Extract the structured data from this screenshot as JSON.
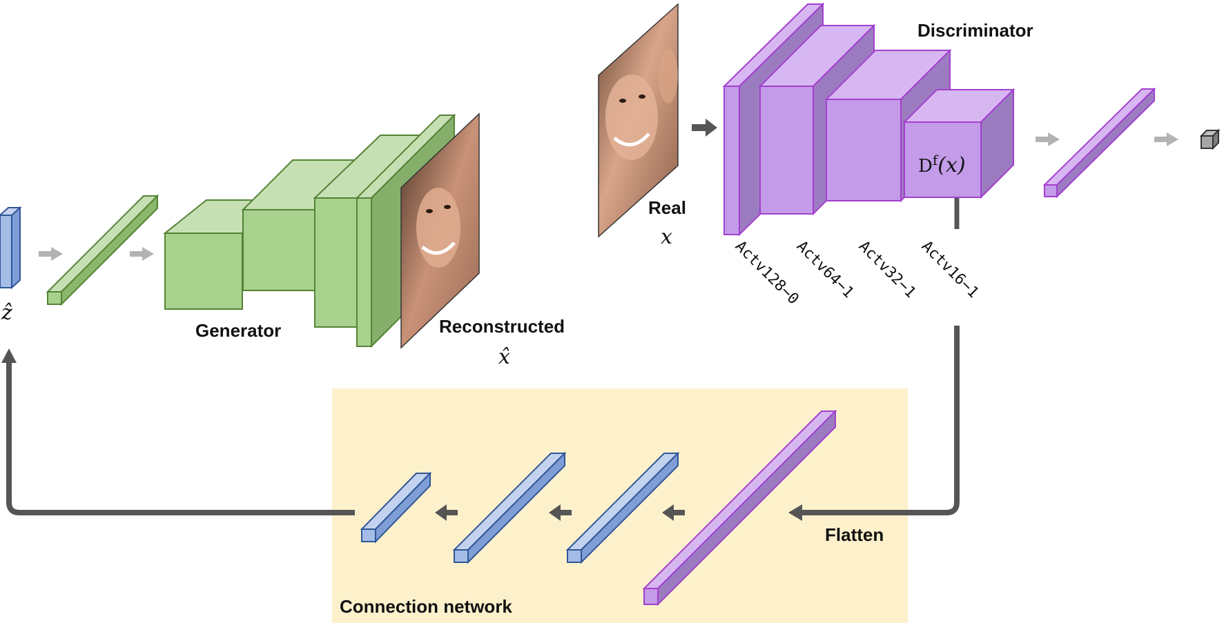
{
  "labels": {
    "z_hat": "ẑ",
    "generator": "Generator",
    "reconstructed": "Reconstructed",
    "x_hat": "x̂",
    "real": "Real",
    "x": "x",
    "discriminator": "Discriminator",
    "dfx_base": "D",
    "dfx_sup": "f",
    "dfx_arg": "(x)",
    "flatten": "Flatten",
    "connection_network": "Connection network"
  },
  "activation_layers": [
    "Actv128−0",
    "Actv64−1",
    "Actv32−1",
    "Actv16−1"
  ],
  "colors": {
    "generator_fill": "#a9d18e",
    "generator_stroke": "#548235",
    "discriminator_fill": "#c39be8",
    "discriminator_stroke": "#a33fcf",
    "latent_fill": "#a4bde6",
    "latent_stroke": "#2f5597",
    "connection_bg": "#fdf1cc",
    "arrow_dark": "#555555",
    "arrow_light": "#b3b3b3"
  }
}
